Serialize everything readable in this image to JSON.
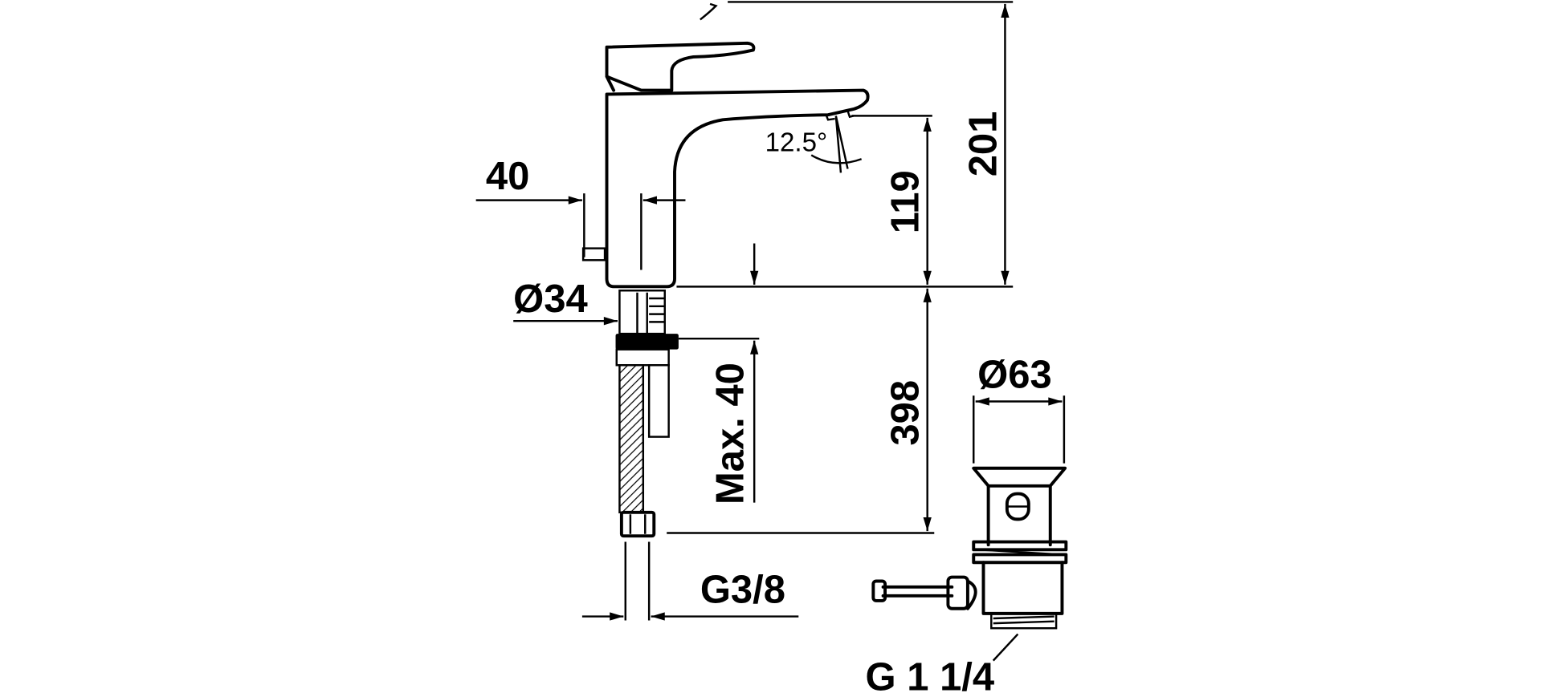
{
  "drawing": {
    "dimensions": {
      "lever_offset": "40",
      "angle": "12.5°",
      "spout_height": "119",
      "total_height": "201",
      "shank_diameter": "Ø34",
      "max_counter_thickness": "Max. 40",
      "hose_length": "398",
      "hose_connection": "G3/8",
      "waste_diameter": "Ø63",
      "waste_thread": "G 1 1/4"
    },
    "colors": {
      "line": "#000000",
      "background": "#ffffff"
    }
  }
}
